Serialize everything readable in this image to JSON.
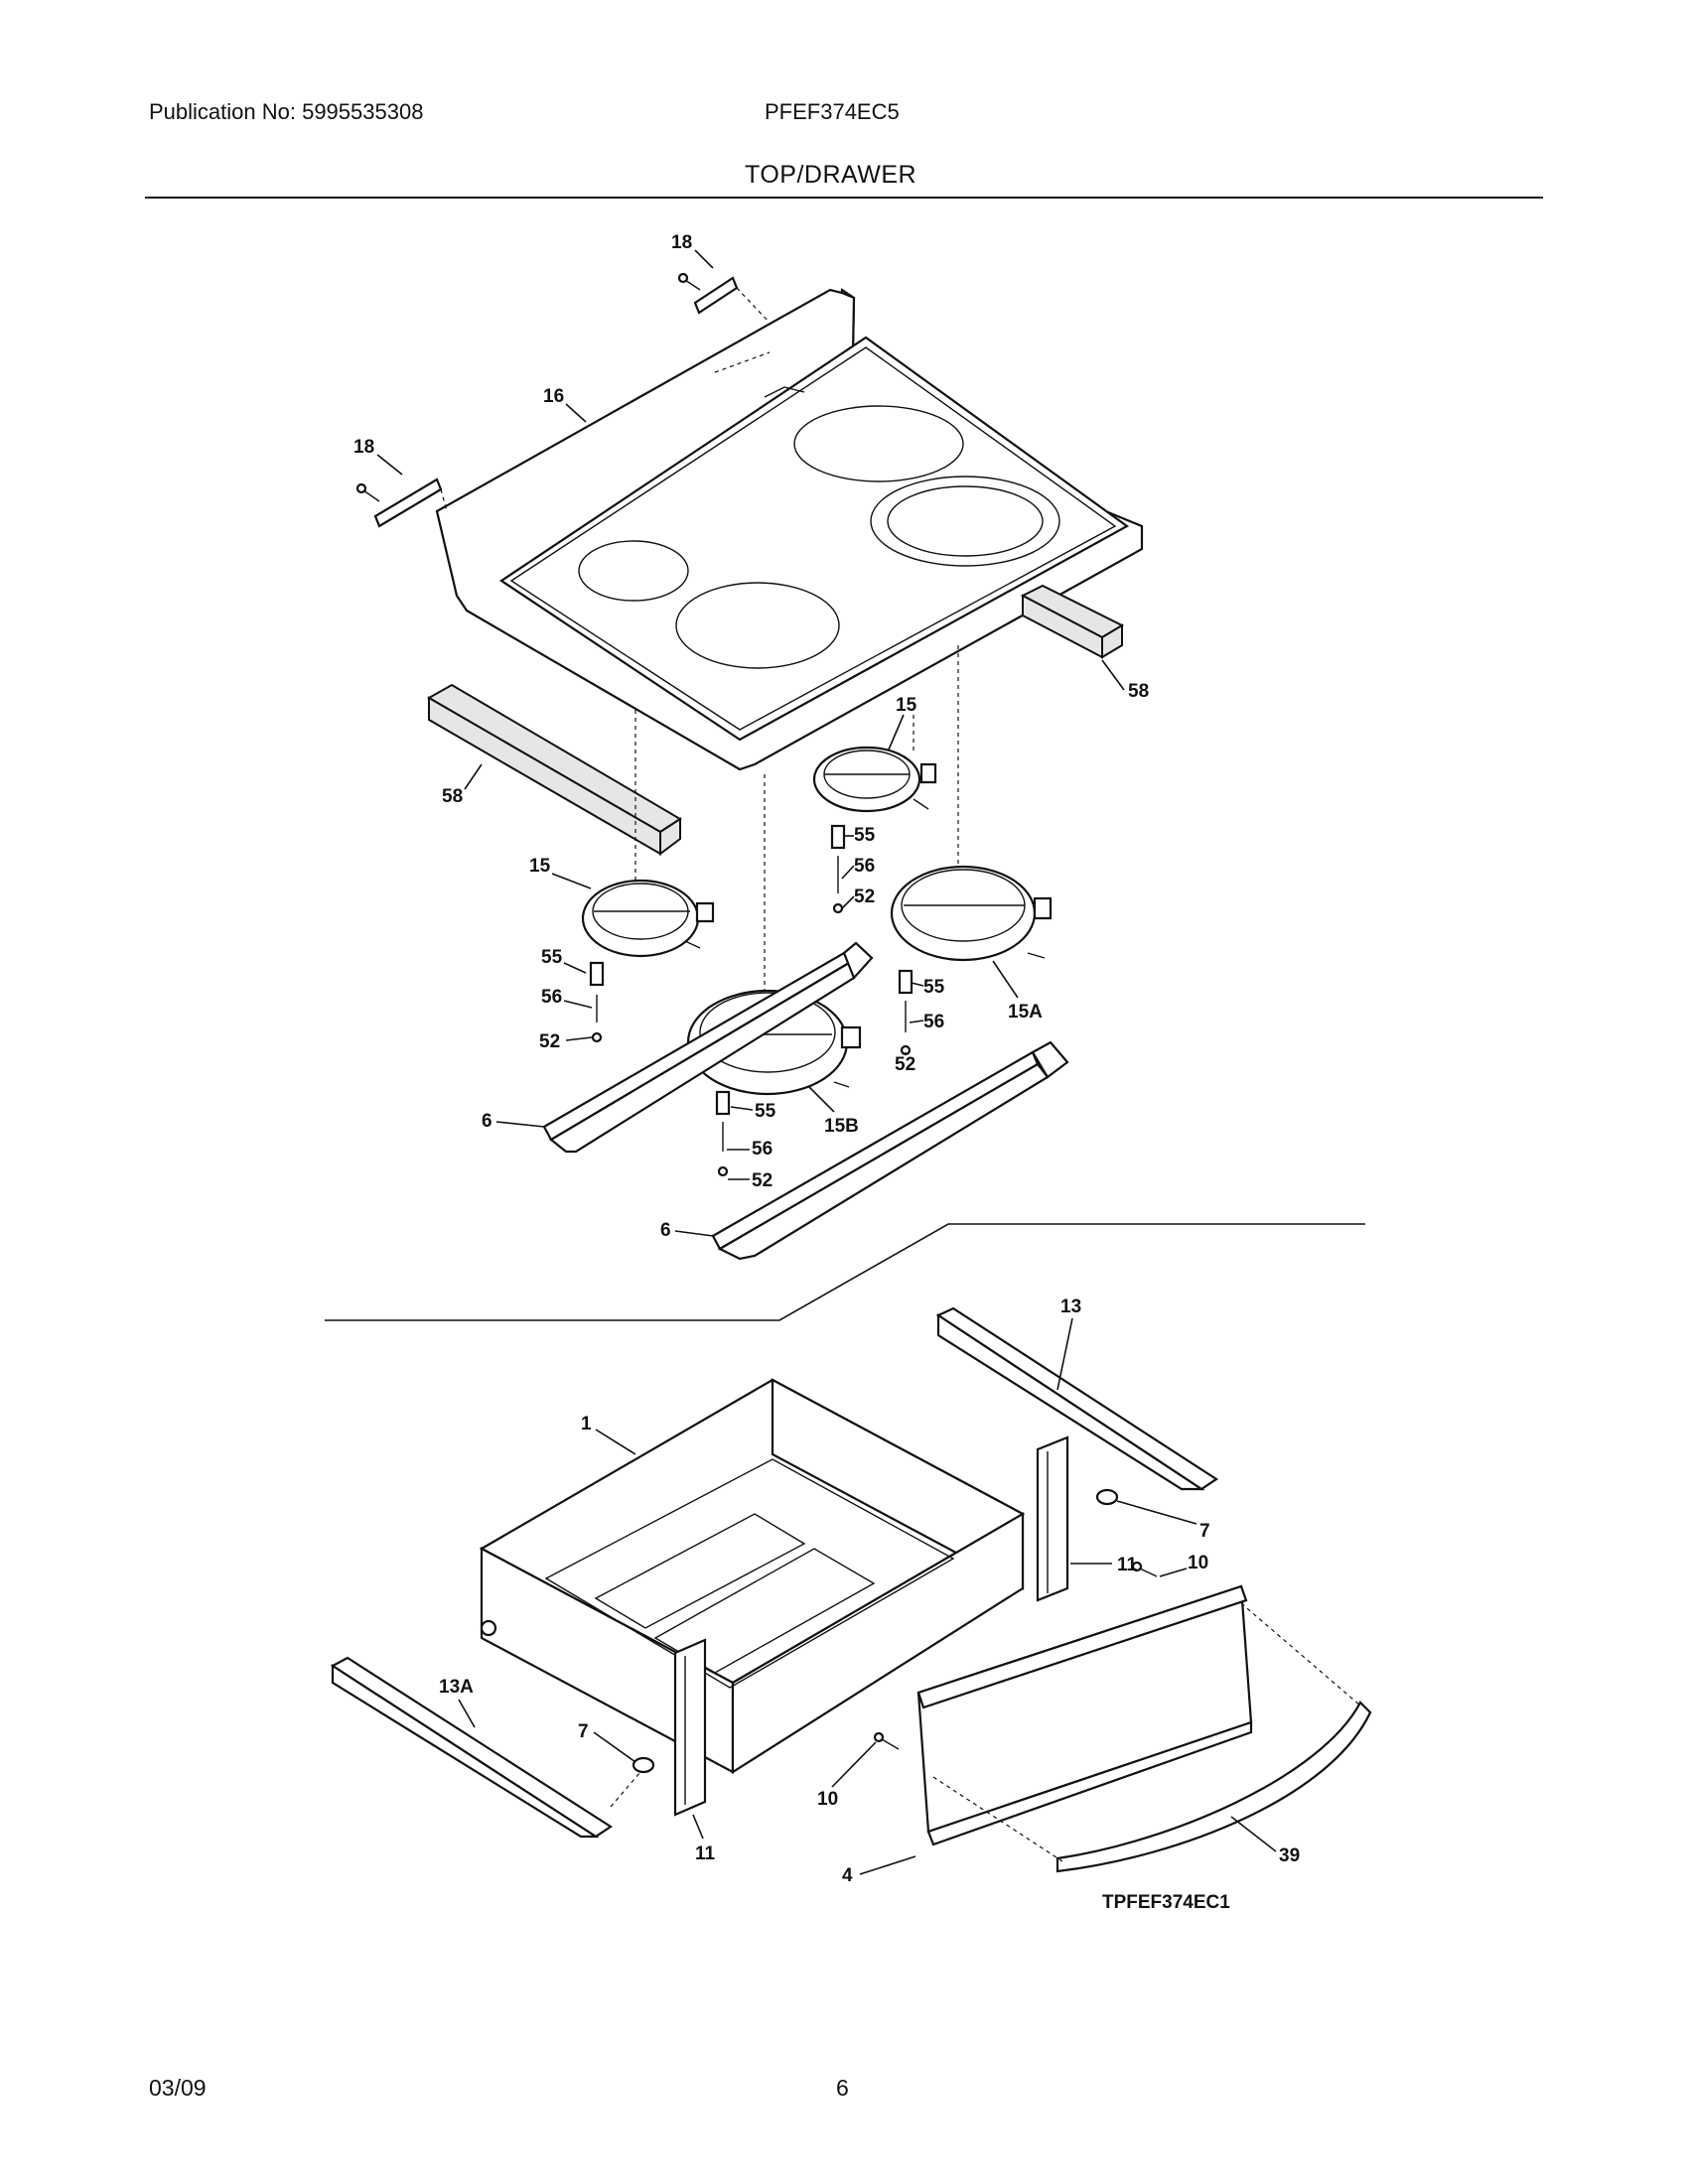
{
  "header": {
    "publication": "Publication No: 5995535308",
    "model": "PFEF374EC5",
    "section_title": "TOP/DRAWER"
  },
  "footer": {
    "date": "03/09",
    "page": "6"
  },
  "diagram": {
    "drawing_id": "TPFEF374EC1",
    "callouts": [
      "18",
      "18",
      "16",
      "58",
      "58",
      "15",
      "15",
      "55",
      "56",
      "52",
      "55",
      "56",
      "52",
      "15A",
      "55",
      "56",
      "52",
      "15B",
      "6",
      "6",
      "13",
      "1",
      "7",
      "11",
      "10",
      "13A",
      "7",
      "10",
      "11",
      "4",
      "39"
    ]
  }
}
